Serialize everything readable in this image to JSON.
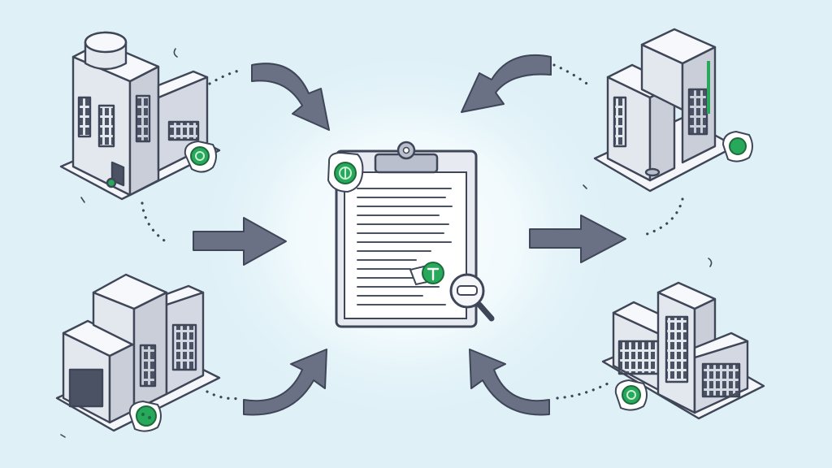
{
  "scene": {
    "background": "#dff1f7",
    "center_glow": "#ffffff",
    "outline_color": "#3f4658",
    "arrow_fill": "#6a7185",
    "accent_green": "#27a85a",
    "accent_light": "#cfeff7"
  },
  "center_document": {
    "icon": "clipboard-document-icon",
    "badges": [
      "coin-badge-icon",
      "approval-badge-icon",
      "magnifier-icon"
    ]
  },
  "buildings": [
    {
      "name": "building-top-left",
      "badge": "coin-badge-icon"
    },
    {
      "name": "building-top-right",
      "badge": "coin-badge-icon"
    },
    {
      "name": "building-bottom-left",
      "badge": "coin-badge-icon"
    },
    {
      "name": "building-bottom-right",
      "badge": "coin-badge-icon"
    }
  ],
  "arrows": [
    {
      "name": "arrow-top-left",
      "direction": "inward"
    },
    {
      "name": "arrow-top-right",
      "direction": "inward"
    },
    {
      "name": "arrow-middle-left",
      "direction": "inward"
    },
    {
      "name": "arrow-middle-right",
      "direction": "outward"
    },
    {
      "name": "arrow-bottom-left",
      "direction": "inward"
    },
    {
      "name": "arrow-bottom-right",
      "direction": "inward"
    }
  ]
}
